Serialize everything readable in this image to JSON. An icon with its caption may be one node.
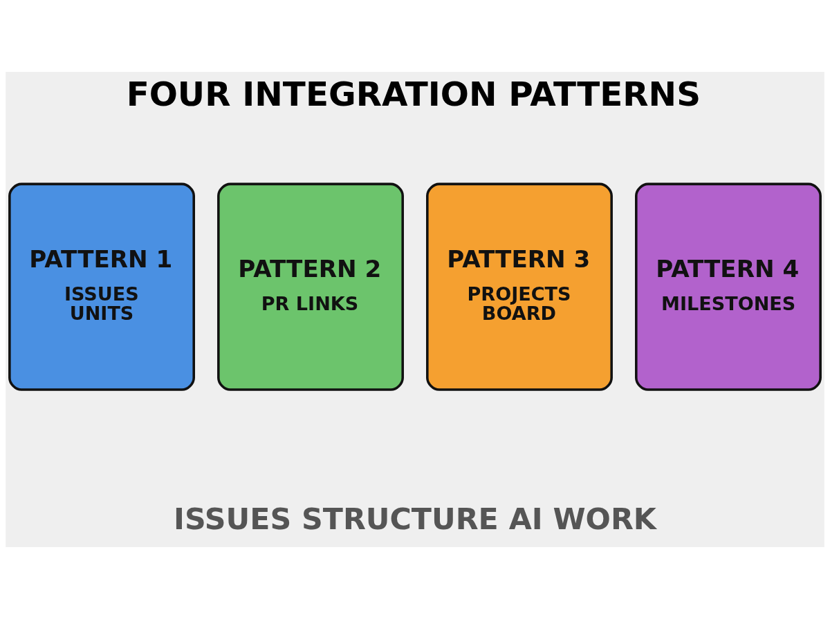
{
  "diagram": {
    "title": "FOUR INTEGRATION PATTERNS",
    "caption": "ISSUES STRUCTURE AI WORK",
    "nodes": [
      {
        "text": [
          "PATTERN 1",
          "ISSUES UNITS"
        ]
      },
      {
        "text": [
          "PATTERN 2",
          "PR LINKS"
        ]
      },
      {
        "text": [
          "PATTERN 3",
          "PROJECTS BOARD"
        ]
      },
      {
        "text": [
          "PATTERN 4",
          "MILESTONES"
        ]
      }
    ],
    "edges": []
  }
}
